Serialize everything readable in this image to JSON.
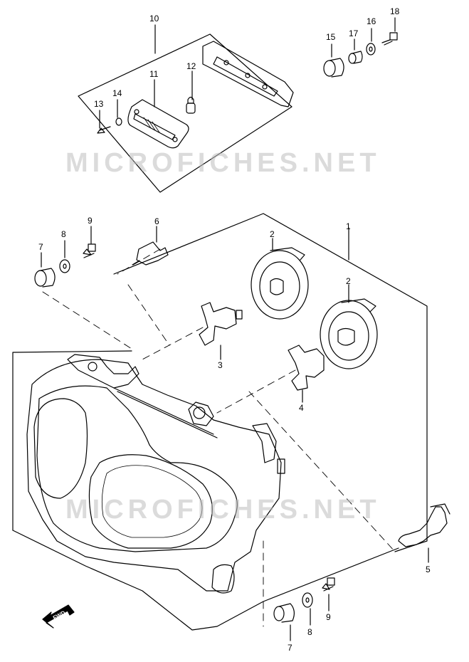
{
  "watermark": "MICROFICHES.NET",
  "fwd_label": "FWD",
  "callouts": {
    "c1": "1",
    "c2a": "2",
    "c2b": "2",
    "c3": "3",
    "c4": "4",
    "c5": "5",
    "c6": "6",
    "c7a": "7",
    "c7b": "7",
    "c8a": "8",
    "c8b": "8",
    "c9a": "9",
    "c9b": "9",
    "c10": "10",
    "c11": "11",
    "c12": "12",
    "c13": "13",
    "c14": "14",
    "c15": "15",
    "c16": "16",
    "c17": "17",
    "c18": "18"
  }
}
